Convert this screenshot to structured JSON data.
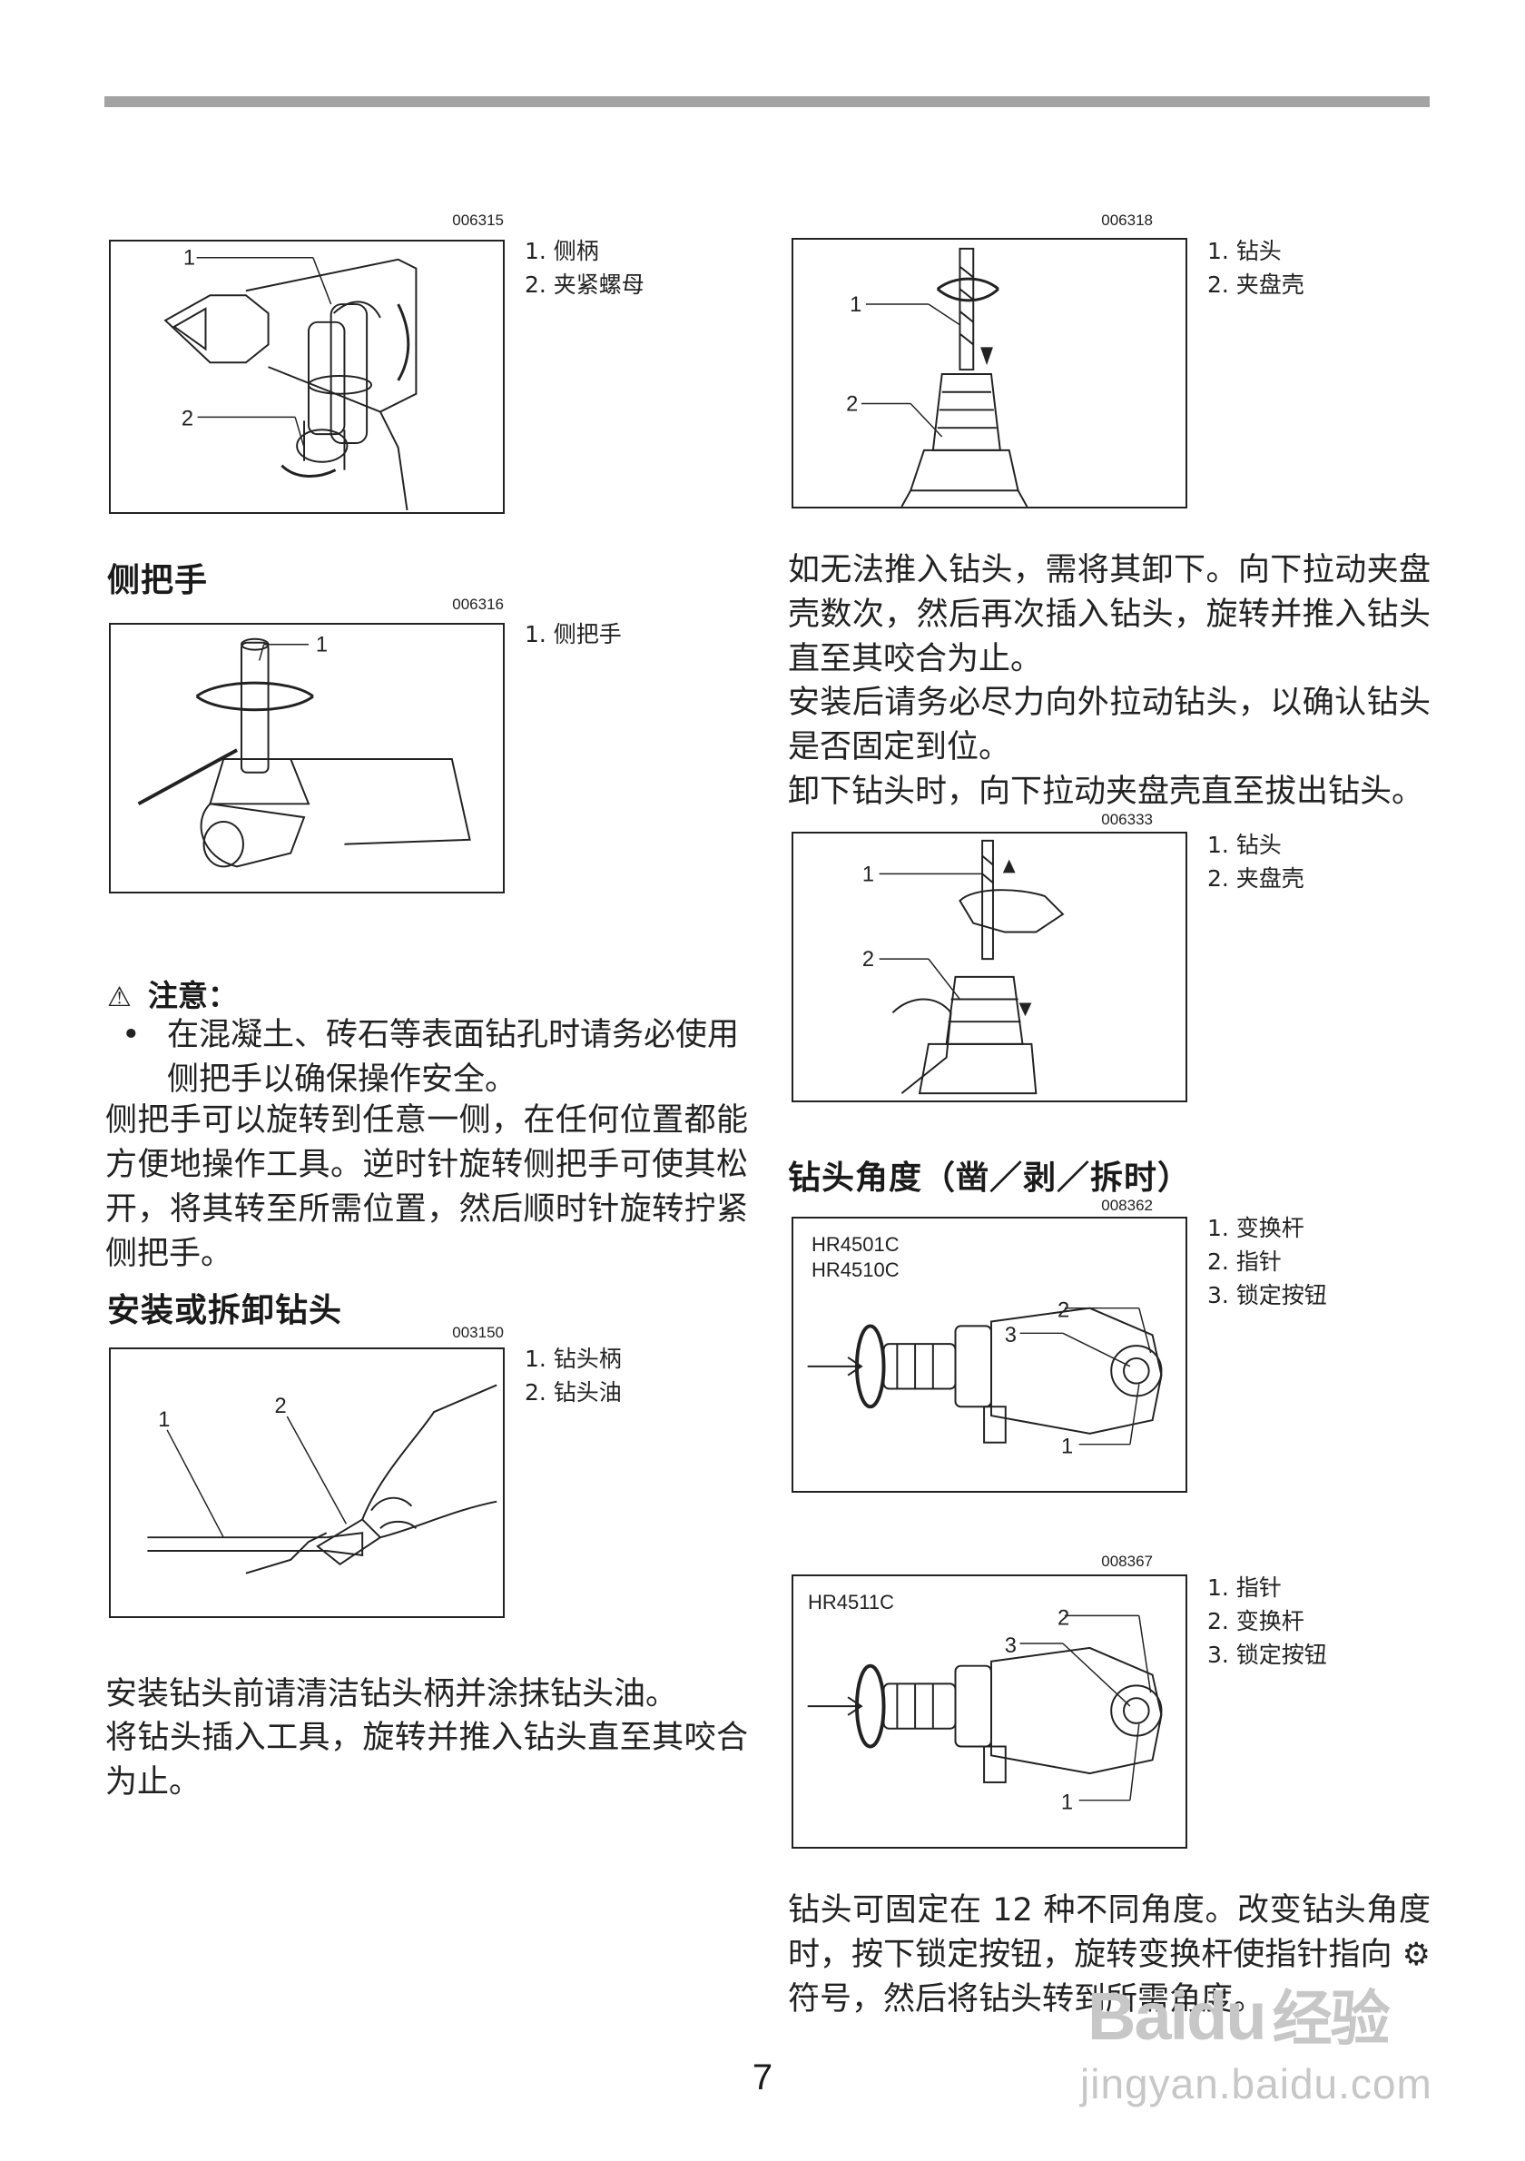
{
  "page_number": "7",
  "figures": {
    "f006315": {
      "code": "006315",
      "legend": [
        "1. 侧柄",
        "2. 夹紧螺母"
      ]
    },
    "f006316": {
      "code": "006316",
      "legend": [
        "1. 侧把手"
      ]
    },
    "f003150": {
      "code": "003150",
      "legend": [
        "1. 钻头柄",
        "2. 钻头油"
      ]
    },
    "f006318": {
      "code": "006318",
      "legend": [
        "1. 钻头",
        "2. 夹盘壳"
      ]
    },
    "f006333": {
      "code": "006333",
      "legend": [
        "1. 钻头",
        "2. 夹盘壳"
      ]
    },
    "f008362": {
      "code": "008362",
      "models": [
        "HR4501C",
        "HR4510C"
      ],
      "legend": [
        "1. 变换杆",
        "2. 指针",
        "3. 锁定按钮"
      ]
    },
    "f008367": {
      "code": "008367",
      "models": [
        "HR4511C"
      ],
      "legend": [
        "1. 指针",
        "2. 变换杆",
        "3. 锁定按钮"
      ]
    }
  },
  "left": {
    "heading_side_handle": "侧把手",
    "caution_title": "注意：",
    "caution_item": "在混凝土、砖石等表面钻孔时请务必使用侧把手以确保操作安全。",
    "side_handle_text": "侧把手可以旋转到任意一侧，在任何位置都能方便地操作工具。逆时针旋转侧把手可使其松开，将其转至所需位置，然后顺时针旋转拧紧侧把手。",
    "heading_install": "安装或拆卸钻头",
    "install_text_1": "安装钻头前请清洁钻头柄并涂抹钻头油。",
    "install_text_2": "将钻头插入工具，旋转并推入钻头直至其咬合为止。"
  },
  "right": {
    "text_1": "如无法推入钻头，需将其卸下。向下拉动夹盘壳数次，然后再次插入钻头，旋转并推入钻头直至其咬合为止。",
    "text_2": "安装后请务必尽力向外拉动钻头，以确认钻头是否固定到位。",
    "text_3": "卸下钻头时，向下拉动夹盘壳直至拔出钻头。",
    "heading_angle": "钻头角度（凿／剥／拆时）",
    "angle_text": "钻头可固定在 12 种不同角度。改变钻头角度时，按下锁定按钮，旋转变换杆使指针指向 ⚙ 符号，然后将钻头转到所需角度。"
  },
  "watermark": {
    "brand": "Baidu",
    "brand_cn": "经验",
    "url": "jingyan.baidu.com"
  }
}
